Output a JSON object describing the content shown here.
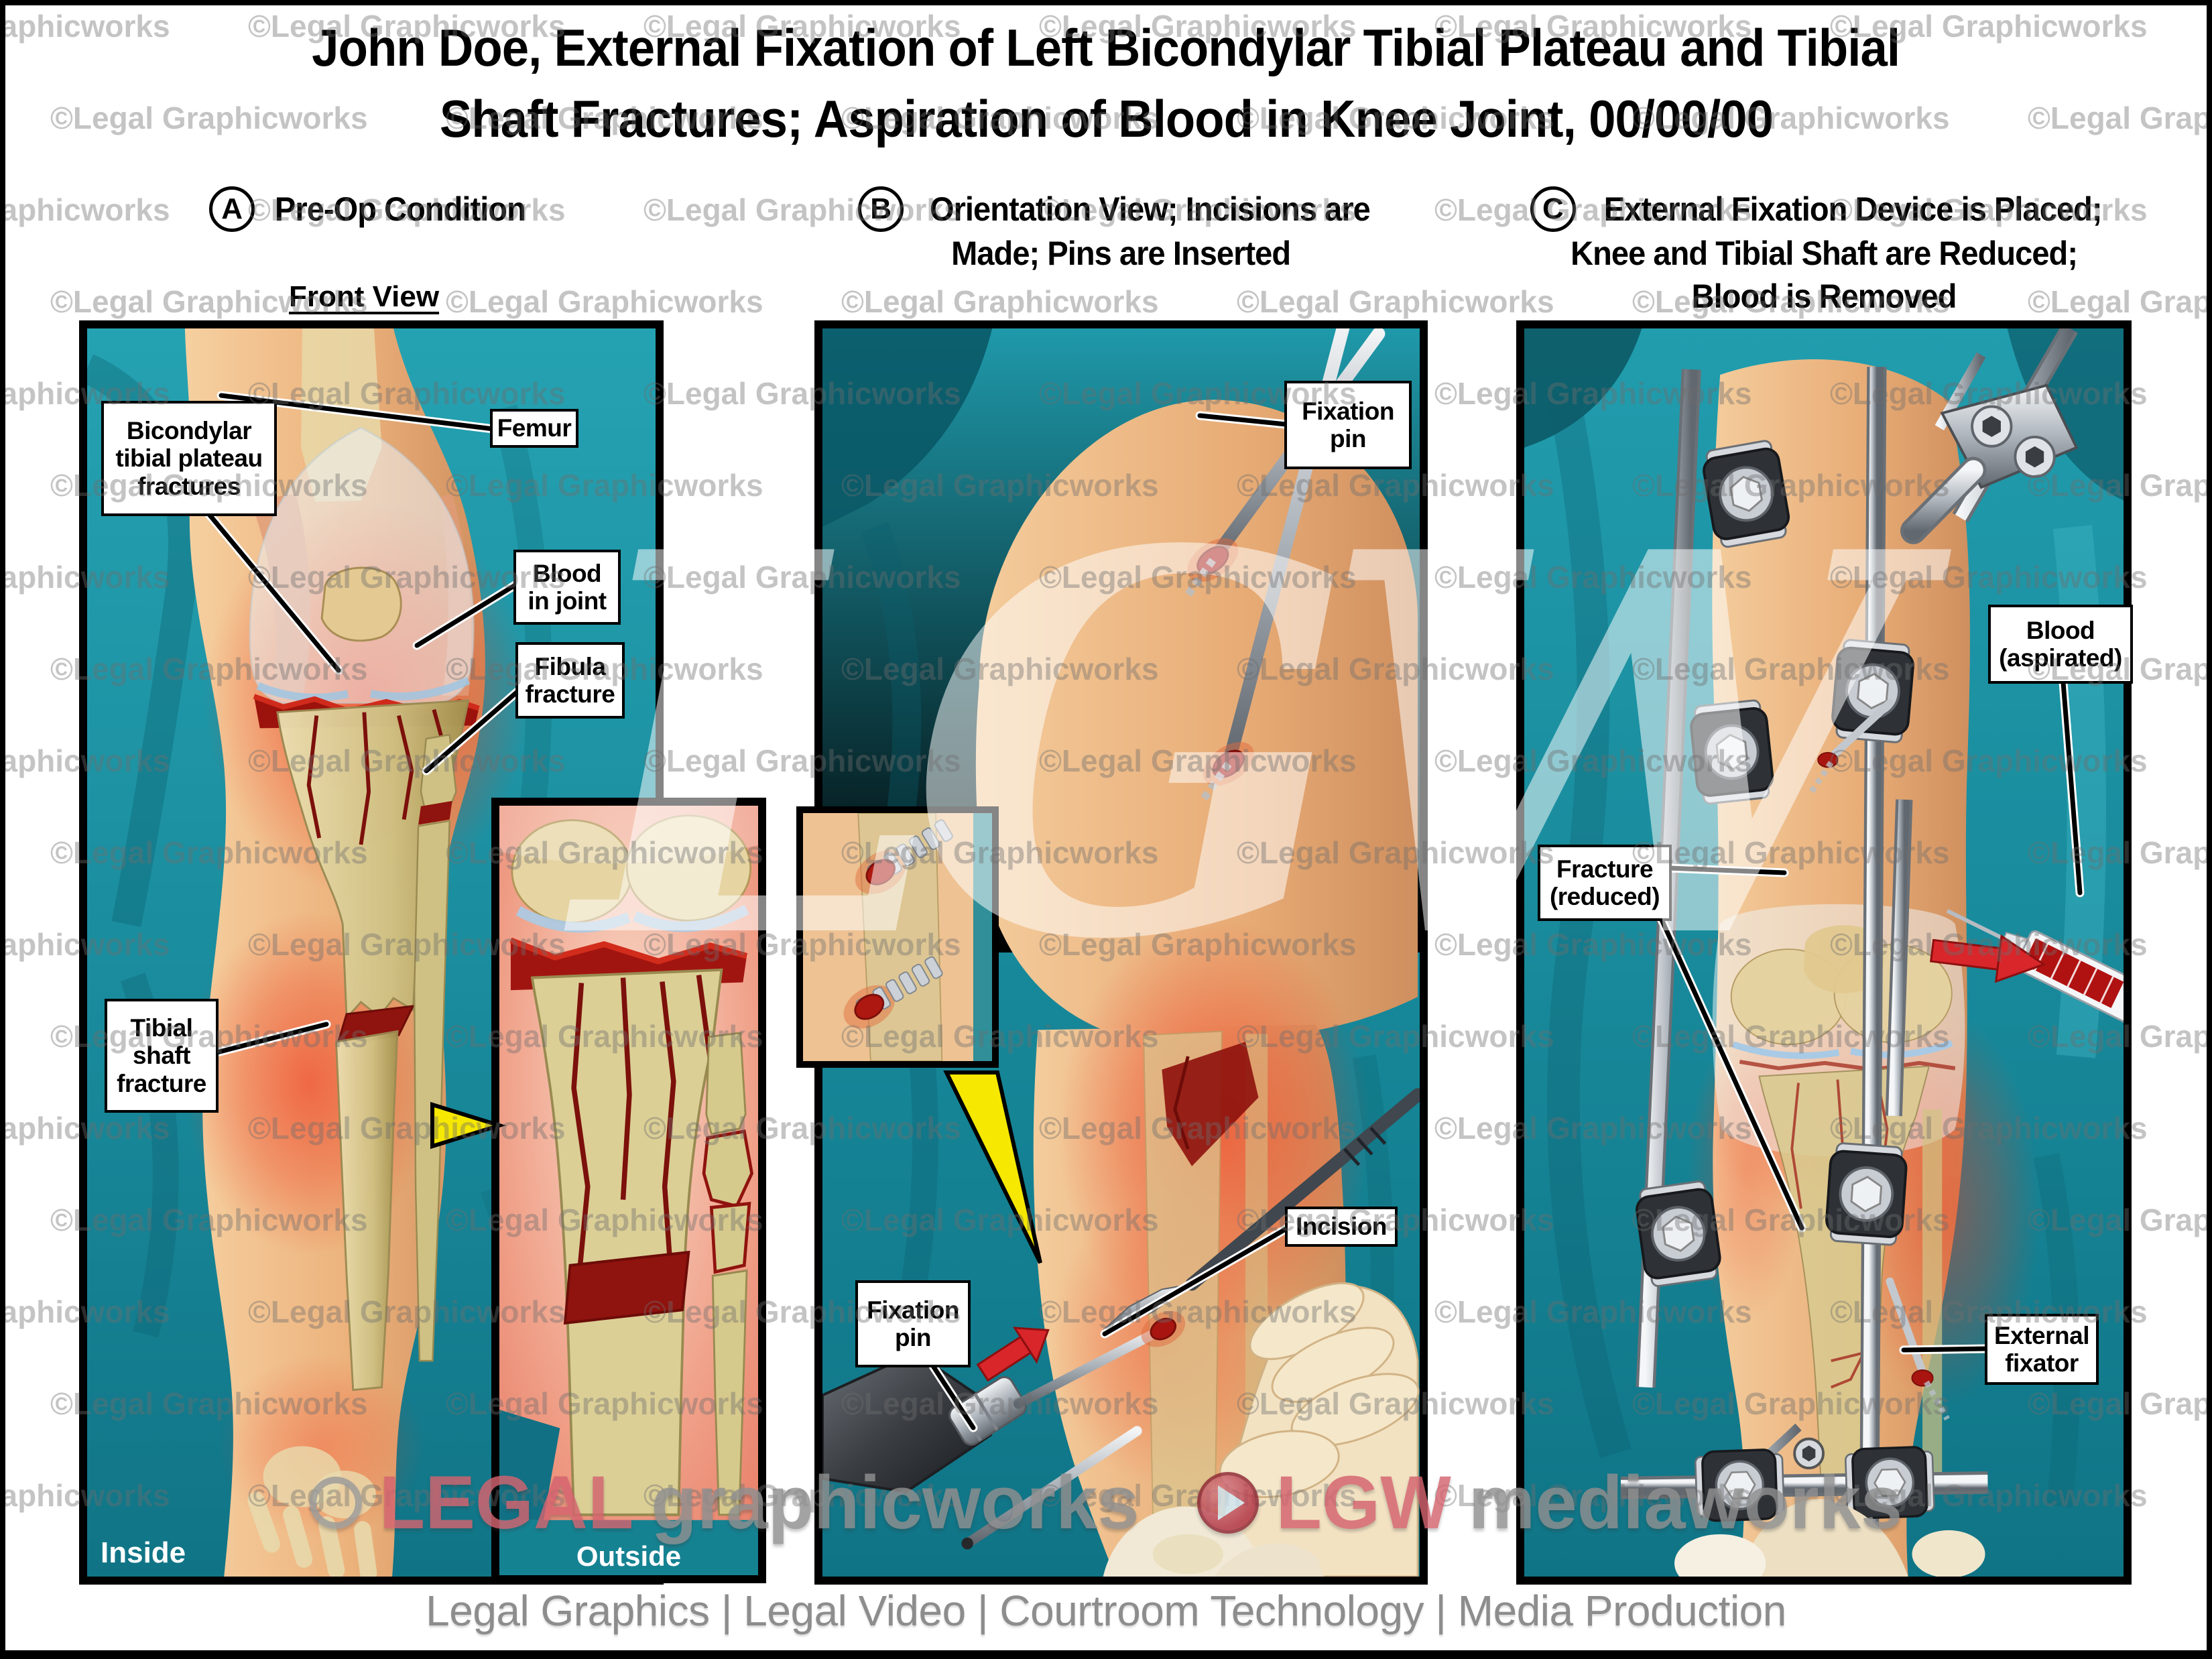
{
  "title": {
    "line1": "John Doe, External Fixation of Left Bicondylar Tibial Plateau and Tibial",
    "line2": "Shaft Fractures; Aspiration of Blood in Knee Joint, 00/00/00"
  },
  "panelA": {
    "letter": "A",
    "heading": "Pre-Op Condition",
    "view_label": "Front View",
    "labels": {
      "bicondylar": "Bicondylar tibial plateau fractures",
      "femur": "Femur",
      "blood_in_joint": "Blood in joint",
      "fibula_fracture": "Fibula fracture",
      "tibial_shaft_fracture": "Tibial shaft fracture",
      "inside": "Inside",
      "outside": "Outside"
    }
  },
  "panelB": {
    "letter": "B",
    "heading_line1": "Orientation View; Incisions are",
    "heading_line2": "Made; Pins are Inserted",
    "labels": {
      "fixation_pin_top": "Fixation pin",
      "fixation_pin_bottom": "Fixation pin",
      "incision": "Incision"
    }
  },
  "panelC": {
    "letter": "C",
    "heading_line1": "External Fixation Device is Placed;",
    "heading_line2": "Knee and Tibial Shaft are Reduced;",
    "heading_line3": "Blood is Removed",
    "labels": {
      "blood_aspirated": "Blood (aspirated)",
      "fracture_reduced": "Fracture (reduced)",
      "external_fixator": "External fixator"
    }
  },
  "watermark": {
    "tile_text": "©Legal Graphicworks",
    "tile_rows": 17,
    "tile_cols": 7,
    "big_text": "LGW"
  },
  "brand": {
    "legal": "LEGAL",
    "graphicworks": "graphicworks",
    "lgw": "LGW",
    "mediaworks": "mediaworks"
  },
  "footer": "Legal Graphics | Legal Video | Courtroom Technology | Media Production",
  "colors": {
    "drape_teal": "#1e97a8",
    "skin": "#eebc86",
    "bone": "#d9cb90",
    "inflammation_red": "#e93420",
    "fracture_dark_red": "#8f130e",
    "label_border": "#000000",
    "watermark_gray": "#6e6e6e",
    "brand_red": "#d4636f",
    "callout_yellow": "#f6e800",
    "arrow_red": "#d8262b"
  }
}
